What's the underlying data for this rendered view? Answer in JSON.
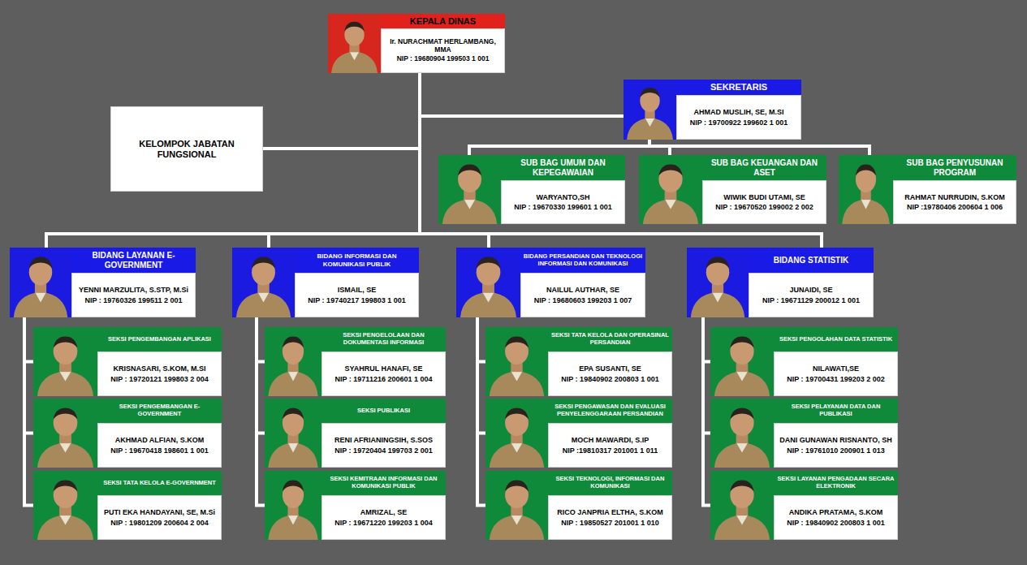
{
  "diagram": {
    "nodes": [
      {
        "text": [
          "KEPALA DINAS",
          "Ir. NURACHMAT HERLAMBANG, MMA",
          "NIP : 19680904 199503 1 001"
        ]
      },
      {
        "text": [
          "KELOMPOK JABATAN FUNGSIONAL"
        ]
      },
      {
        "text": [
          "SEKRETARIS",
          "AHMAD MUSLIH, SE, M.SI",
          "NIP : 19700922 199602 1 001"
        ]
      },
      {
        "text": [
          "SUB BAG UMUM DAN KEPEGAWAIAN",
          "WARYANTO,SH",
          "NIP : 19670330 199601 1 001"
        ]
      },
      {
        "text": [
          "SUB BAG KEUANGAN DAN ASET",
          "WIWIK BUDI UTAMI, SE",
          "NIP : 19670520 199002 2 002"
        ]
      },
      {
        "text": [
          "SUB BAG PENYUSUNAN PROGRAM",
          "RAHMAT NURRUDIN, S.KOM",
          "NIP :19780406 200604 1 006"
        ]
      },
      {
        "text": [
          "BIDANG LAYANAN E-GOVERNMENT",
          "YENNI MARZULITA, S.STP, M.Si",
          "NIP : 19760326 199511 2 001"
        ]
      },
      {
        "text": [
          "BIDANG INFORMASI DAN KOMUNIKASI PUBLIK",
          "ISMAIL, SE",
          "NIP : 19740217 199803 1 001"
        ]
      },
      {
        "text": [
          "BIDANG PERSANDIAN DAN TEKNOLOGI INFORMASI DAN KOMUNIKASI",
          "NAILUL AUTHAR, SE",
          "NIP : 19680603 199203 1 007"
        ]
      },
      {
        "text": [
          "BIDANG STATISTIK",
          "JUNAIDI, SE",
          "NIP : 19671129 200012 1 001"
        ]
      },
      {
        "text": [
          "SEKSI PENGEMBANGAN APLIKASI",
          "KRISNASARI, S.KOM, M.SI",
          "NIP : 19720121 199803 2 004"
        ]
      },
      {
        "text": [
          "SEKSI PENGEMBANGAN E-GOVERNMENT",
          "AKHMAD ALFIAN, S.KOM",
          "NIP : 19670418 198601 1 001"
        ]
      },
      {
        "text": [
          "SEKSI TATA KELOLA E-GOVERNMENT",
          "PUTI EKA HANDAYANI, SE, M.Si",
          "NIP : 19801209 200604 2 004"
        ]
      },
      {
        "text": [
          "SEKSI PENGELOLAAN DAN DOKUMENTASI INFORMASI",
          "SYAHRUL HANAFI, SE",
          "NIP : 19711216 200601 1 004"
        ]
      },
      {
        "text": [
          "SEKSI PUBLIKASI",
          "RENI AFRIANINGSIH, S.SOS",
          "NIP : 19720404 199703 2 001"
        ]
      },
      {
        "text": [
          "SEKSI KEMITRAAN INFORMASI DAN KOMUNIKASI PUBLIK",
          "AMRIZAL, SE",
          "NIP : 19671220 199203 1 004"
        ]
      },
      {
        "text": [
          "SEKSI TATA KELOLA DAN OPERASINAL PERSANDIAN",
          "EPA SUSANTI, SE",
          "NIP : 19840902 200803 1 001"
        ]
      },
      {
        "text": [
          "SEKSI PENGAWASAN DAN EVALUASI PENYELENGGARAAN PERSANDIAN",
          "MOCH MAWARDI, S.IP",
          "NIP :19810317 201001 1 011"
        ]
      },
      {
        "text": [
          "SEKSI TEKNOLOGI, INFORMASI DAN KOMUNIKASI",
          "RICO JANPRIA ELTHA, S.KOM",
          "NIP : 19850527 201001 1 010"
        ]
      },
      {
        "text": [
          "SEKSI PENGOLAHAN DATA STATISTIK",
          "NILAWATI,SE",
          "NIP : 19700431 199203 2 002"
        ]
      },
      {
        "text": [
          "SEKSI PELAYANAN DATA DAN PUBLIKASI",
          "DANI GUNAWAN RISNANTO, SH",
          "NIP : 19761010 200901 1 013"
        ]
      },
      {
        "text": [
          "SEKSI LAYANAN PENGADAAN SECARA ELEKTRONIK",
          "ANDIKA PRATAMA, S.KOM",
          "NIP : 19840902 200803 1 001"
        ]
      }
    ],
    "edges": [
      {
        "from": 0,
        "to": 1,
        "arrow": "none"
      },
      {
        "from": 0,
        "to": 2,
        "arrow": "none"
      },
      {
        "from": 2,
        "to": 3,
        "arrow": "none"
      },
      {
        "from": 2,
        "to": 4,
        "arrow": "none"
      },
      {
        "from": 2,
        "to": 5,
        "arrow": "none"
      },
      {
        "from": 0,
        "to": 6,
        "arrow": "none"
      },
      {
        "from": 0,
        "to": 7,
        "arrow": "none"
      },
      {
        "from": 0,
        "to": 8,
        "arrow": "none"
      },
      {
        "from": 0,
        "to": 9,
        "arrow": "none"
      },
      {
        "from": 6,
        "to": 10,
        "arrow": "none"
      },
      {
        "from": 6,
        "to": 11,
        "arrow": "none"
      },
      {
        "from": 6,
        "to": 12,
        "arrow": "none"
      },
      {
        "from": 7,
        "to": 13,
        "arrow": "none"
      },
      {
        "from": 7,
        "to": 14,
        "arrow": "none"
      },
      {
        "from": 7,
        "to": 15,
        "arrow": "none"
      },
      {
        "from": 8,
        "to": 16,
        "arrow": "none"
      },
      {
        "from": 8,
        "to": 17,
        "arrow": "none"
      },
      {
        "from": 8,
        "to": 18,
        "arrow": "none"
      },
      {
        "from": 9,
        "to": 19,
        "arrow": "none"
      },
      {
        "from": 9,
        "to": 20,
        "arrow": "none"
      },
      {
        "from": 9,
        "to": 21,
        "arrow": "none"
      }
    ]
  }
}
